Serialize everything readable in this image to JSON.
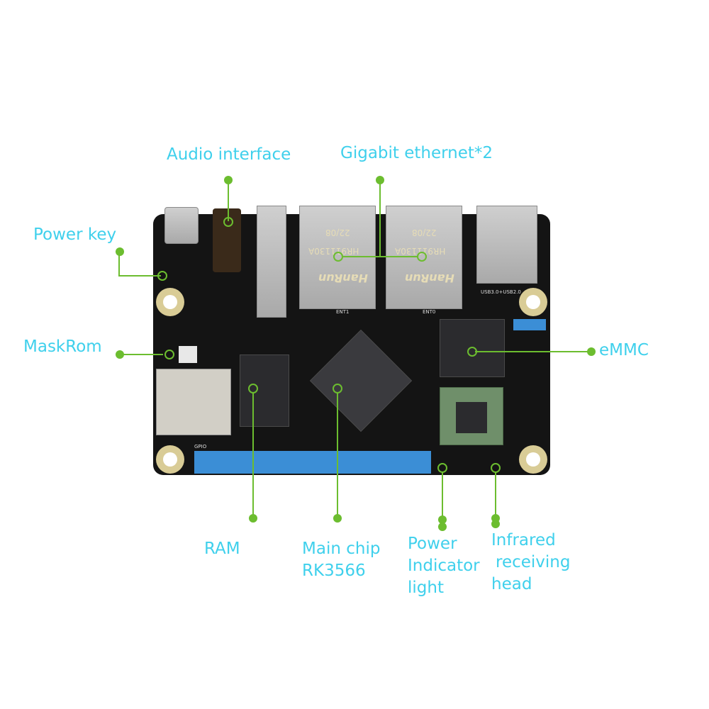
{
  "title": "RK3566 single board computer component diagram",
  "colors": {
    "label_text": "#3fd0ec",
    "callout_line": "#6cbd2f",
    "pcb": "#141414",
    "gpio_header": "#3b8ed6"
  },
  "labels": {
    "audio_interface": "Audio interface",
    "gigabit_ethernet": "Gigabit ethernet*2",
    "power_key": "Power key",
    "maskrom": "MaskRom",
    "emmc": "eMMC",
    "ram": "RAM",
    "main_chip_line1": "Main chip",
    "main_chip_line2": "RK3566",
    "power_indicator_line1": "Power",
    "power_indicator_line2": "Indicator",
    "power_indicator_line3": "light",
    "infrared_line1": "Infrared",
    "infrared_line2": "receiving",
    "infrared_line3": "head"
  },
  "board_markings": {
    "rj45_date": "22/08",
    "rj45_model": "HR911130A",
    "rj45_brand": "HanRun",
    "eth1": "ENT1",
    "eth0": "ENT0",
    "usb": "USB3.0+USB2.0",
    "gpio": "GPIO"
  }
}
